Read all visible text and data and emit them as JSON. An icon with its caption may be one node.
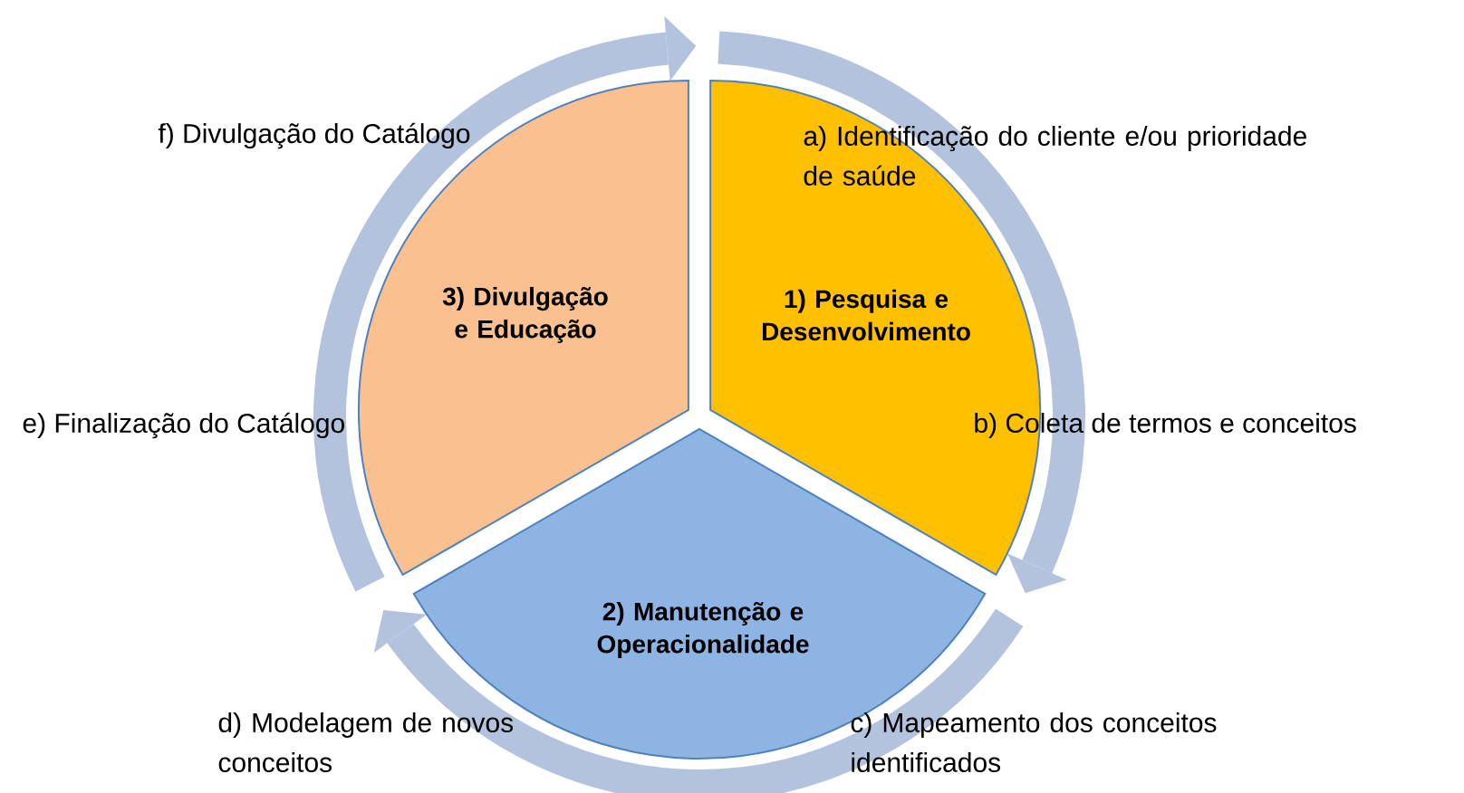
{
  "diagram": {
    "nodes": [
      {
        "text": [
          "3) Divulgação e Educação"
        ]
      },
      {
        "text": [
          "1) Pesquisa e Desenvolvimento"
        ]
      },
      {
        "text": [
          "2) Manutenção e Operacionalidade"
        ]
      }
    ],
    "labels": [
      "f) Divulgação do Catálogo",
      "a) Identificação do cliente e/ou prioridade de saúde",
      "e) Finalização do Catálogo",
      "b) Coleta de termos e conceitos",
      "d) Modelagem de novos conceitos",
      "c) Mapeamento dos conceitos identificados"
    ]
  }
}
